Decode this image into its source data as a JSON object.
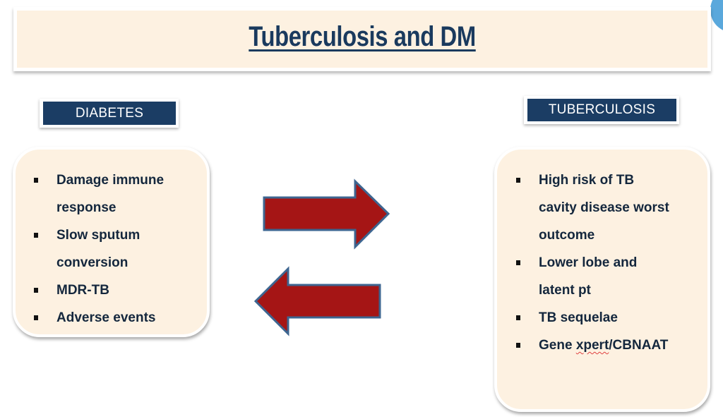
{
  "slide": {
    "title": "Tuberculosis and DM",
    "colors": {
      "title_text": "#1a3a5e",
      "panel_background": "#fdf1e1",
      "label_background": "#1b3d64",
      "label_text": "#ffffff",
      "arrow_fill": "#a51515",
      "arrow_stroke": "#3d6590",
      "accent_circle": "#5aa8dc"
    }
  },
  "left_panel": {
    "label": "DIABETES",
    "bullets": [
      {
        "lines": [
          "Damage immune",
          "response"
        ]
      },
      {
        "lines": [
          "Slow sputum",
          "conversion"
        ]
      },
      {
        "lines": [
          "MDR-TB"
        ]
      },
      {
        "lines": [
          "Adverse events"
        ]
      }
    ]
  },
  "right_panel": {
    "label": "TUBERCULOSIS",
    "bullets": [
      {
        "lines": [
          "High risk of TB",
          "cavity disease worst",
          "outcome"
        ]
      },
      {
        "lines": [
          "Lower lobe and",
          "latent pt"
        ]
      },
      {
        "lines": [
          "TB sequelae"
        ]
      },
      {
        "lines": [
          "Gene ",
          "xpert",
          "/CBNAAT"
        ],
        "spellcheck_word": "xpert"
      }
    ]
  },
  "arrows": [
    {
      "direction": "right",
      "icon": "arrow-right-icon"
    },
    {
      "direction": "left",
      "icon": "arrow-left-icon"
    }
  ]
}
